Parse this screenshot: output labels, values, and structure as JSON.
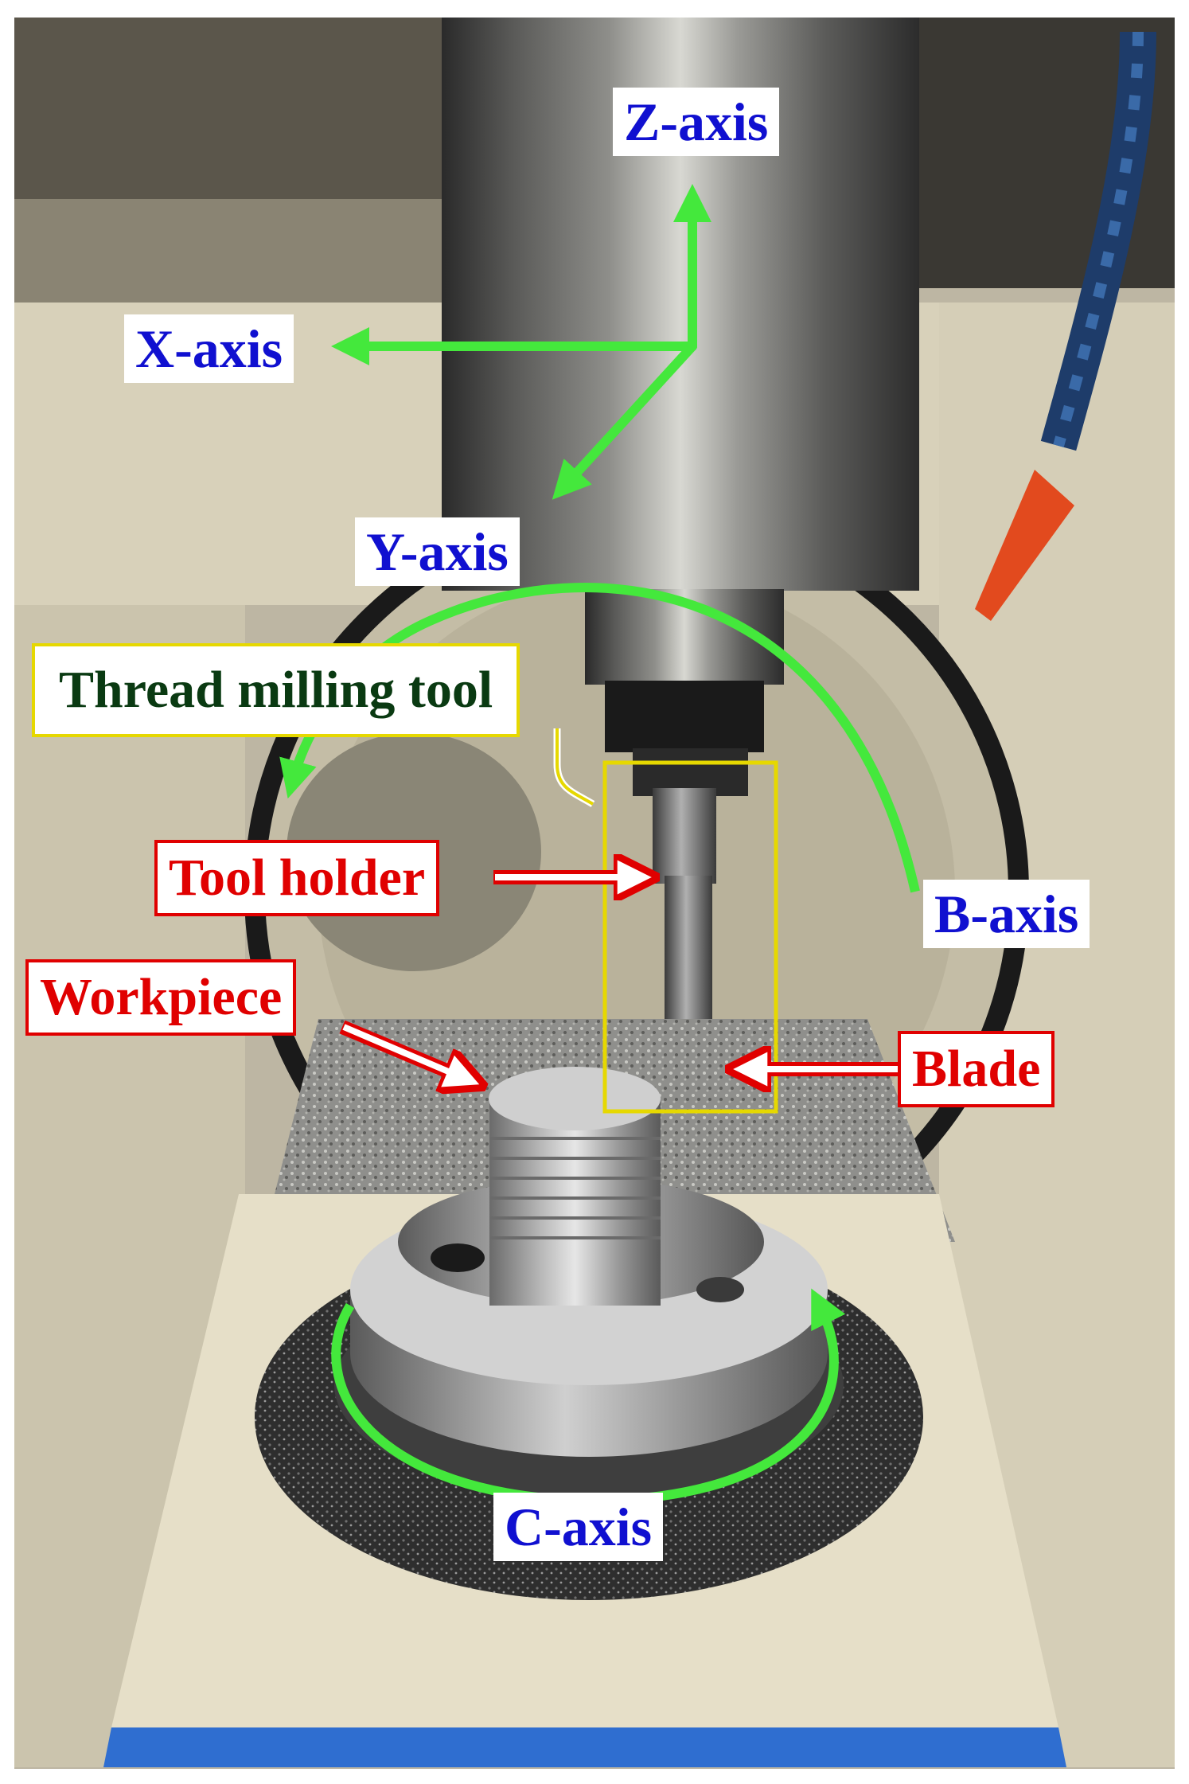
{
  "labels": {
    "z_axis": "Z-axis",
    "x_axis": "X-axis",
    "y_axis": "Y-axis",
    "b_axis": "B-axis",
    "c_axis": "C-axis",
    "thread_tool": "Thread milling tool",
    "tool_holder": "Tool holder",
    "workpiece": "Workpiece",
    "blade": "Blade"
  },
  "colors": {
    "axis_arrow": "#44e83c",
    "axis_text": "#1010d0",
    "callout": "#e00000",
    "tool_box": "#e6d800",
    "thread_text": "#0a3a12"
  }
}
